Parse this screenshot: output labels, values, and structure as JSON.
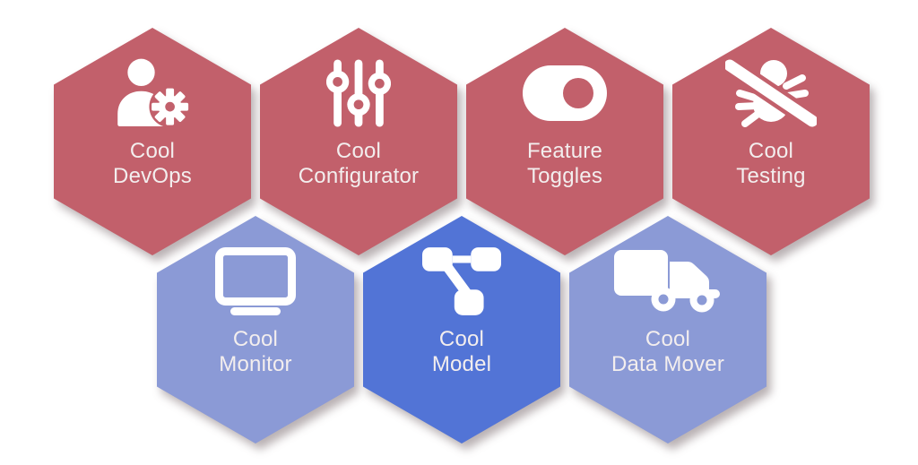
{
  "colors": {
    "red": "#c2606b",
    "light_blue": "#8b9ad6",
    "dark_blue": "#5274d6",
    "icon_fill": "#ffffff",
    "text": "#f3eeee",
    "background": "#ffffff"
  },
  "hexagons": [
    {
      "id": "cool-devops",
      "line1": "Cool",
      "line2": "DevOps",
      "icon": "user-gear-icon",
      "color": "#c2606b",
      "row": 1
    },
    {
      "id": "cool-configurator",
      "line1": "Cool",
      "line2": "Configurator",
      "icon": "sliders-icon",
      "color": "#c2606b",
      "row": 1
    },
    {
      "id": "feature-toggles",
      "line1": "Feature",
      "line2": "Toggles",
      "icon": "toggle-on-icon",
      "color": "#c2606b",
      "row": 1
    },
    {
      "id": "cool-testing",
      "line1": "Cool",
      "line2": "Testing",
      "icon": "bug-slash-icon",
      "color": "#c2606b",
      "row": 1
    },
    {
      "id": "cool-monitor",
      "line1": "Cool",
      "line2": "Monitor",
      "icon": "monitor-icon",
      "color": "#8b9ad6",
      "row": 2
    },
    {
      "id": "cool-model",
      "line1": "Cool",
      "line2": "Model",
      "icon": "diagram-nodes-icon",
      "color": "#5274d6",
      "row": 2
    },
    {
      "id": "cool-data-mover",
      "line1": "Cool",
      "line2": "Data Mover",
      "icon": "truck-icon",
      "color": "#8b9ad6",
      "row": 2
    }
  ]
}
